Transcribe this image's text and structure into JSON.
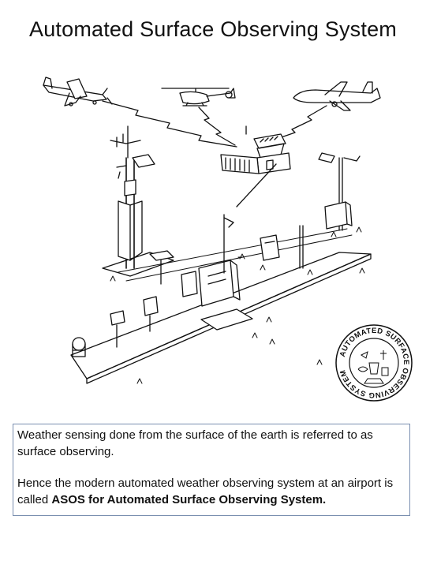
{
  "title": "Automated Surface Observing System",
  "illustration": {
    "seal_text": "AUTOMATED SURFACE OBSERVING SYSTEM"
  },
  "caption": {
    "paragraph1": "Weather sensing done from the surface of the earth is referred to as surface observing.",
    "paragraph2_prefix": "Hence the modern automated weather observing system at an airport is called ",
    "paragraph2_bold": "ASOS for Automated Surface Observing System.",
    "border_color": "#7a8fb0"
  }
}
